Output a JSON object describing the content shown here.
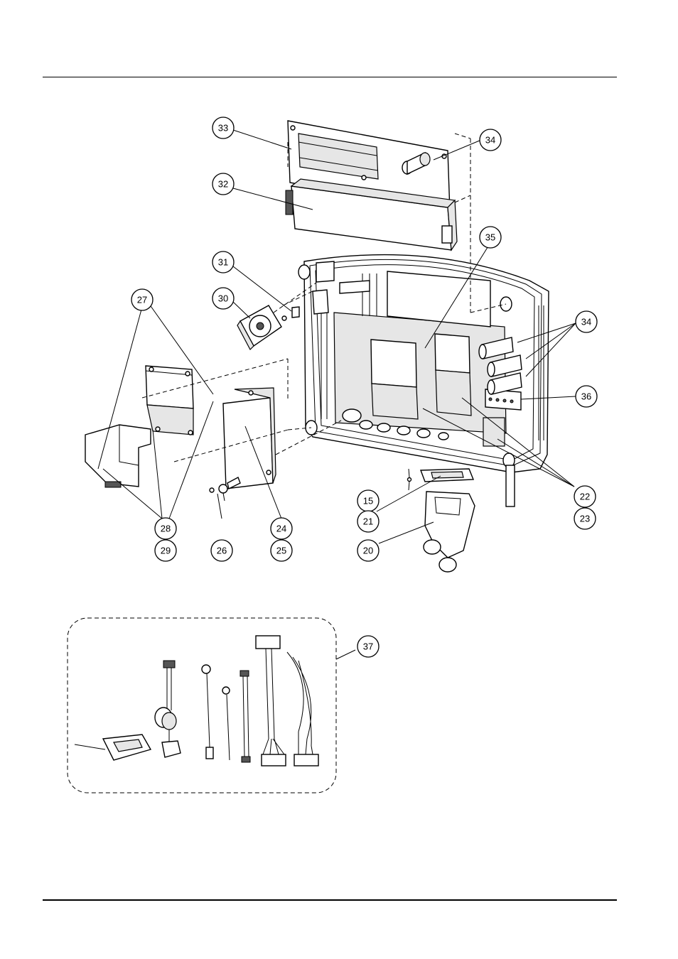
{
  "diagram": {
    "callouts": [
      "33",
      "34",
      "32",
      "35",
      "31",
      "30",
      "27",
      "34",
      "36",
      "28",
      "29",
      "26",
      "24",
      "25",
      "15",
      "21",
      "22",
      "23",
      "20",
      "37"
    ]
  }
}
